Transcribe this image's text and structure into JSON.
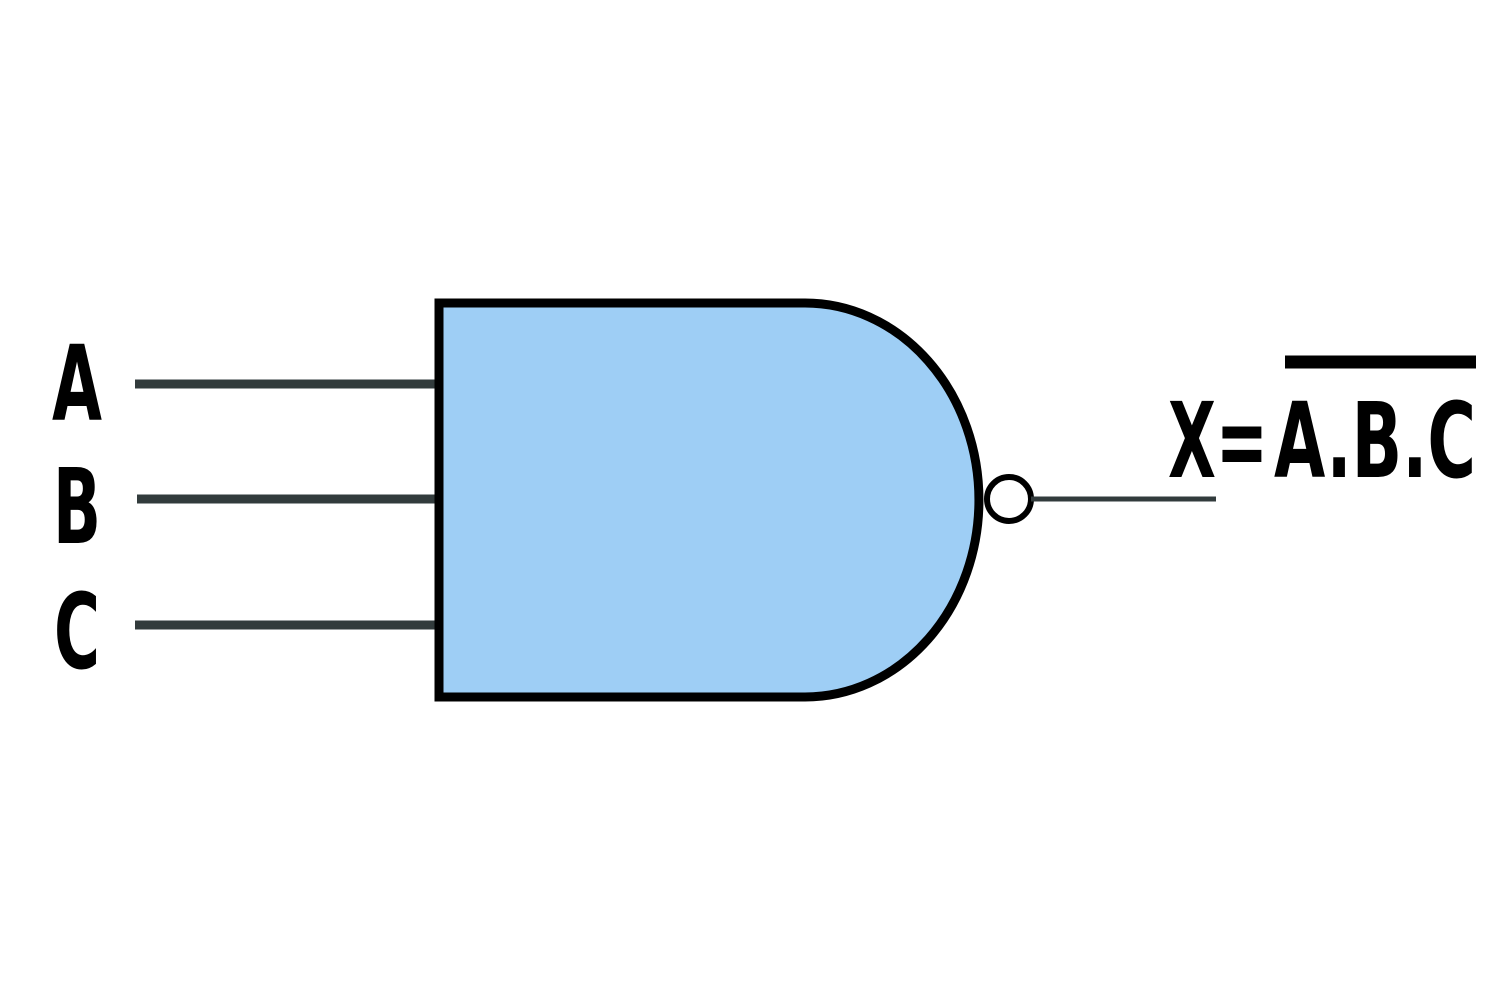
{
  "inputs": [
    {
      "label": "A"
    },
    {
      "label": "B"
    },
    {
      "label": "C"
    }
  ],
  "output": {
    "lhs": "X=",
    "rhs": "A.B.C"
  },
  "colors": {
    "gate_fill": "#9ecef5",
    "outline": "#000000",
    "wire": "#323b3c",
    "background": "#ffffff"
  }
}
